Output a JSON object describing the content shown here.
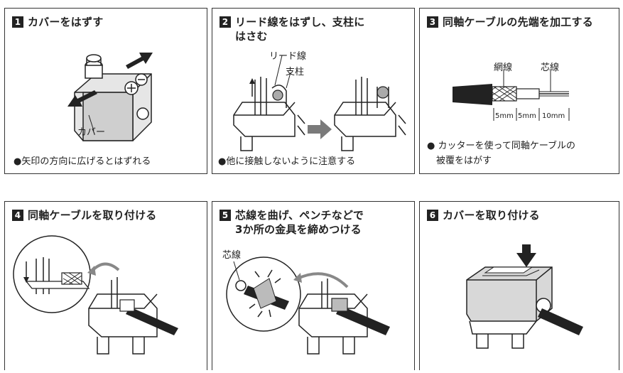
{
  "steps": [
    {
      "num": "1",
      "title": "カバーをはずす",
      "note": "●矢印の方向に広げるとはずれる",
      "labels": {
        "cover": "カバー"
      }
    },
    {
      "num": "2",
      "title": "リード線をはずし、支柱に\nはさむ",
      "note": "●他に接触しないように注意する",
      "labels": {
        "lead": "リード線",
        "post": "支柱"
      }
    },
    {
      "num": "3",
      "title": "同軸ケーブルの先端を加工する",
      "note": "● カッターを使って同軸ケーブルの\n　被覆をはがす",
      "labels": {
        "mesh": "網線",
        "core": "芯線",
        "d1": "5mm",
        "d2": "5mm",
        "d3": "10mm"
      }
    },
    {
      "num": "4",
      "title": "同軸ケーブルを取り付ける"
    },
    {
      "num": "5",
      "title": "芯線を曲げ、ペンチなどで\n3か所の金具を締めつける",
      "labels": {
        "core": "芯線"
      }
    },
    {
      "num": "6",
      "title": "カバーを取り付ける"
    }
  ],
  "colors": {
    "line": "#222222",
    "gray": "#9a9a9a",
    "lightgray": "#d9d9d9",
    "arrow": "#222222",
    "fillarrow": "#808080"
  }
}
